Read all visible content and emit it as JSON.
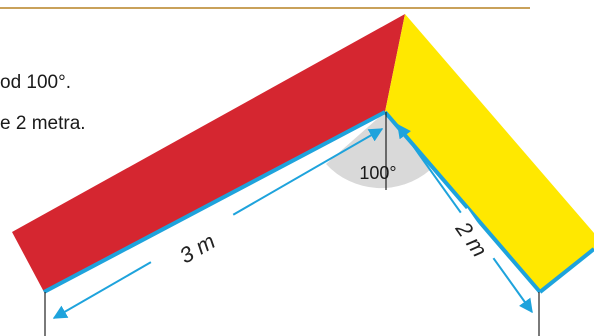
{
  "text": {
    "line1": "od 100°.",
    "line2": "e 2 metra."
  },
  "figure": {
    "angle_label": "100°",
    "left_length": "3 m",
    "right_length": "2 m"
  },
  "colors": {
    "top_rule": "#c9a15a",
    "left_roof": "#d52630",
    "right_roof": "#ffe800",
    "edge": "#1ea3dc",
    "angle_region": "#d8d8d8",
    "dimension_line": "#1ea3dc"
  }
}
